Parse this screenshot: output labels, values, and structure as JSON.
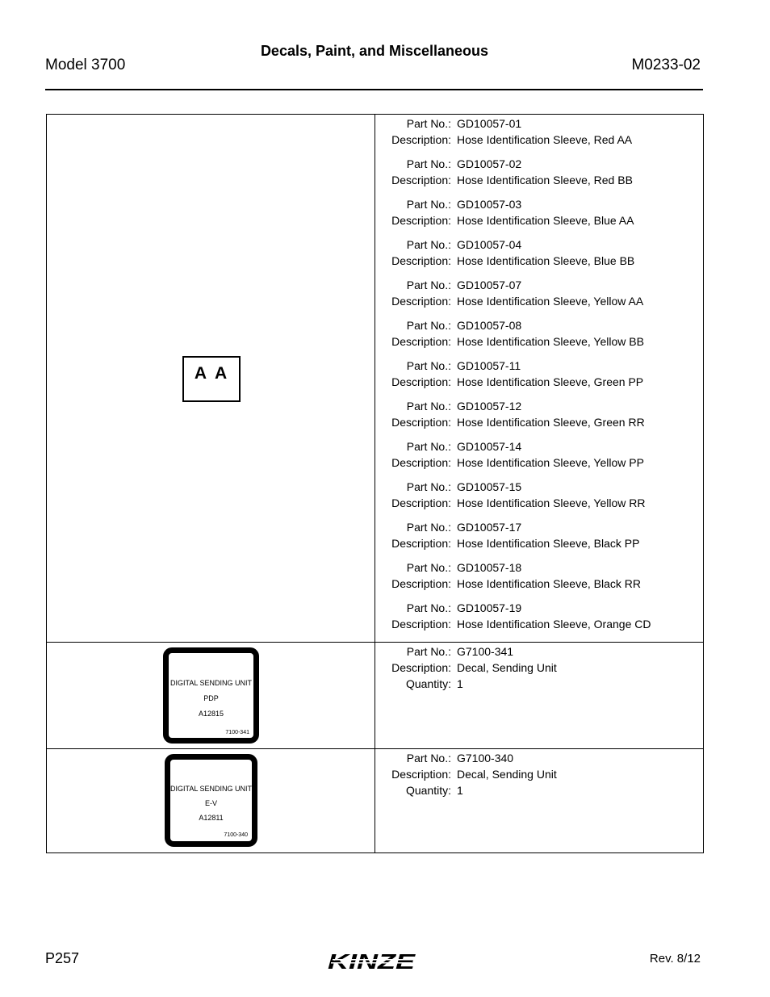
{
  "header": {
    "title": "Decals, Paint, and Miscellaneous",
    "model": "Model 3700",
    "doc_number": "M0233-02"
  },
  "labels": {
    "part_no": "Part No.:",
    "description": "Description:",
    "quantity": "Quantity:"
  },
  "hose_sleeve_image": {
    "text_left": "A",
    "text_right": "A"
  },
  "hose_sleeves": [
    {
      "part_no": "GD10057-01",
      "description": "Hose Identification Sleeve, Red AA"
    },
    {
      "part_no": "GD10057-02",
      "description": "Hose Identification Sleeve, Red BB"
    },
    {
      "part_no": "GD10057-03",
      "description": "Hose Identification Sleeve, Blue AA"
    },
    {
      "part_no": "GD10057-04",
      "description": "Hose Identification Sleeve, Blue BB"
    },
    {
      "part_no": "GD10057-07",
      "description": "Hose Identification Sleeve, Yellow AA"
    },
    {
      "part_no": "GD10057-08",
      "description": "Hose Identification Sleeve, Yellow BB"
    },
    {
      "part_no": "GD10057-11",
      "description": "Hose Identification Sleeve, Green PP"
    },
    {
      "part_no": "GD10057-12",
      "description": "Hose Identification Sleeve, Green RR"
    },
    {
      "part_no": "GD10057-14",
      "description": "Hose Identification Sleeve, Yellow PP"
    },
    {
      "part_no": "GD10057-15",
      "description": "Hose Identification Sleeve, Yellow RR"
    },
    {
      "part_no": "GD10057-17",
      "description": "Hose Identification Sleeve, Black PP"
    },
    {
      "part_no": "GD10057-18",
      "description": "Hose Identification Sleeve, Black RR"
    },
    {
      "part_no": "GD10057-19",
      "description": "Hose Identification Sleeve, Orange CD"
    }
  ],
  "decals": [
    {
      "part_no": "G7100-341",
      "description": "Decal, Sending Unit",
      "quantity": "1",
      "decal_title": "DIGITAL SENDING UNIT",
      "decal_code": "PDP",
      "decal_number": "A12815",
      "decal_part": "7100-341"
    },
    {
      "part_no": "G7100-340",
      "description": "Decal, Sending Unit",
      "quantity": "1",
      "decal_title": "DIGITAL SENDING UNIT",
      "decal_code": "E-V",
      "decal_number": "A12811",
      "decal_part": "7100-340"
    }
  ],
  "footer": {
    "page": "P257",
    "brand": "KINZE",
    "revision": "Rev. 8/12"
  }
}
